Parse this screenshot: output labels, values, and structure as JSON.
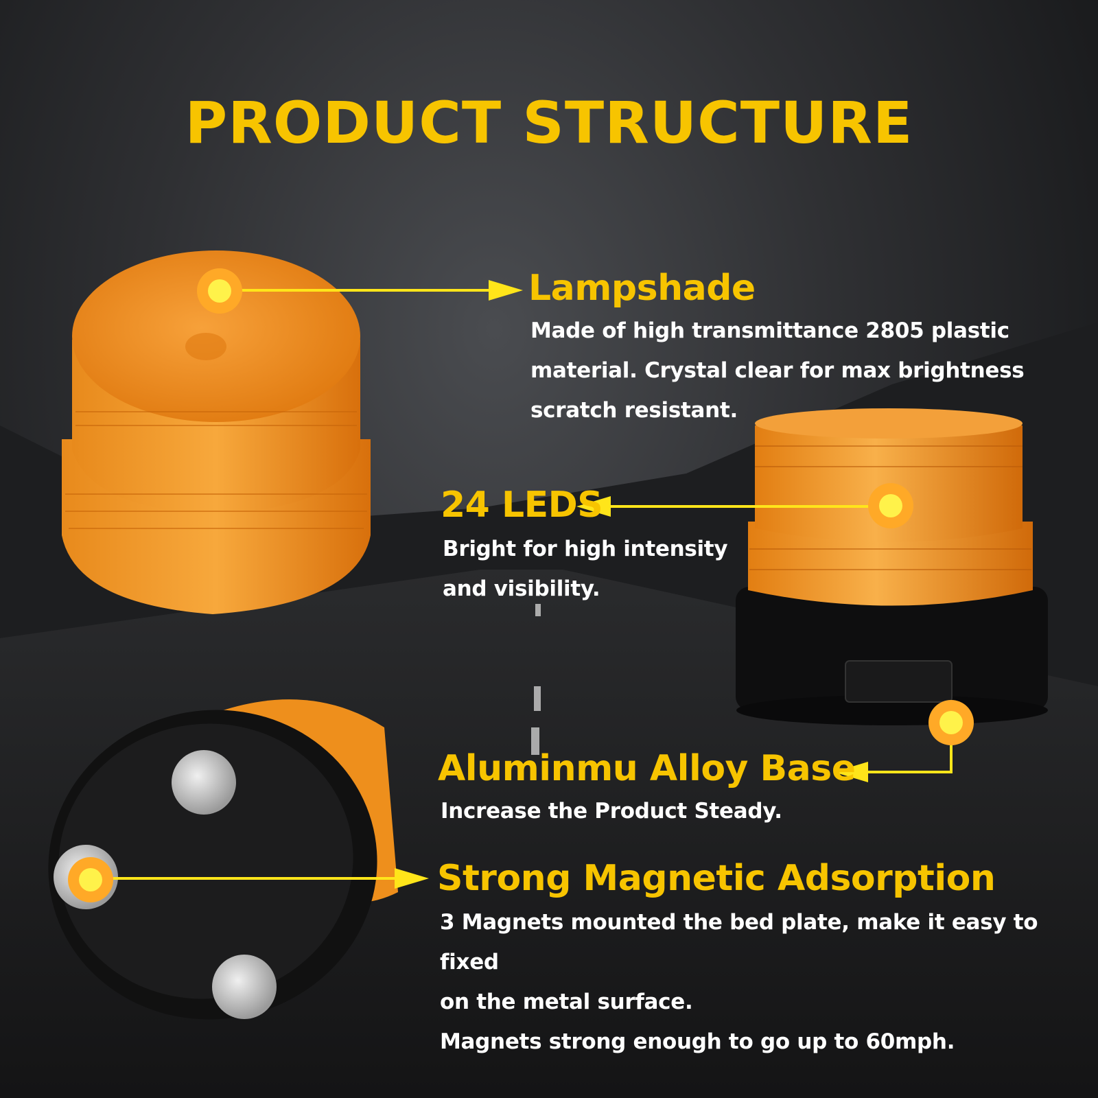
{
  "title": "PRODUCT STRUCTURE",
  "features": {
    "lampshade": {
      "heading": "Lampshade",
      "text": "Made of high transmittance 2805 plastic\nmaterial. Crystal clear for max brightness\nscratch resistant."
    },
    "leds": {
      "heading": "24 LEDS",
      "text": "Bright for high intensity\nand visibility."
    },
    "base": {
      "heading": "Aluminmu Alloy Base",
      "text": "Increase the Product Steady."
    },
    "magnets": {
      "heading": "Strong Magnetic Adsorption",
      "text": "3 Magnets mounted the bed plate, make it easy to fixed\non the metal surface.\nMagnets strong enough to go up to 60mph."
    }
  },
  "colors": {
    "heading": "#f7c400",
    "text": "#ffffff",
    "amber": "#f59a1c",
    "pointer_line": "#ffe51a"
  }
}
